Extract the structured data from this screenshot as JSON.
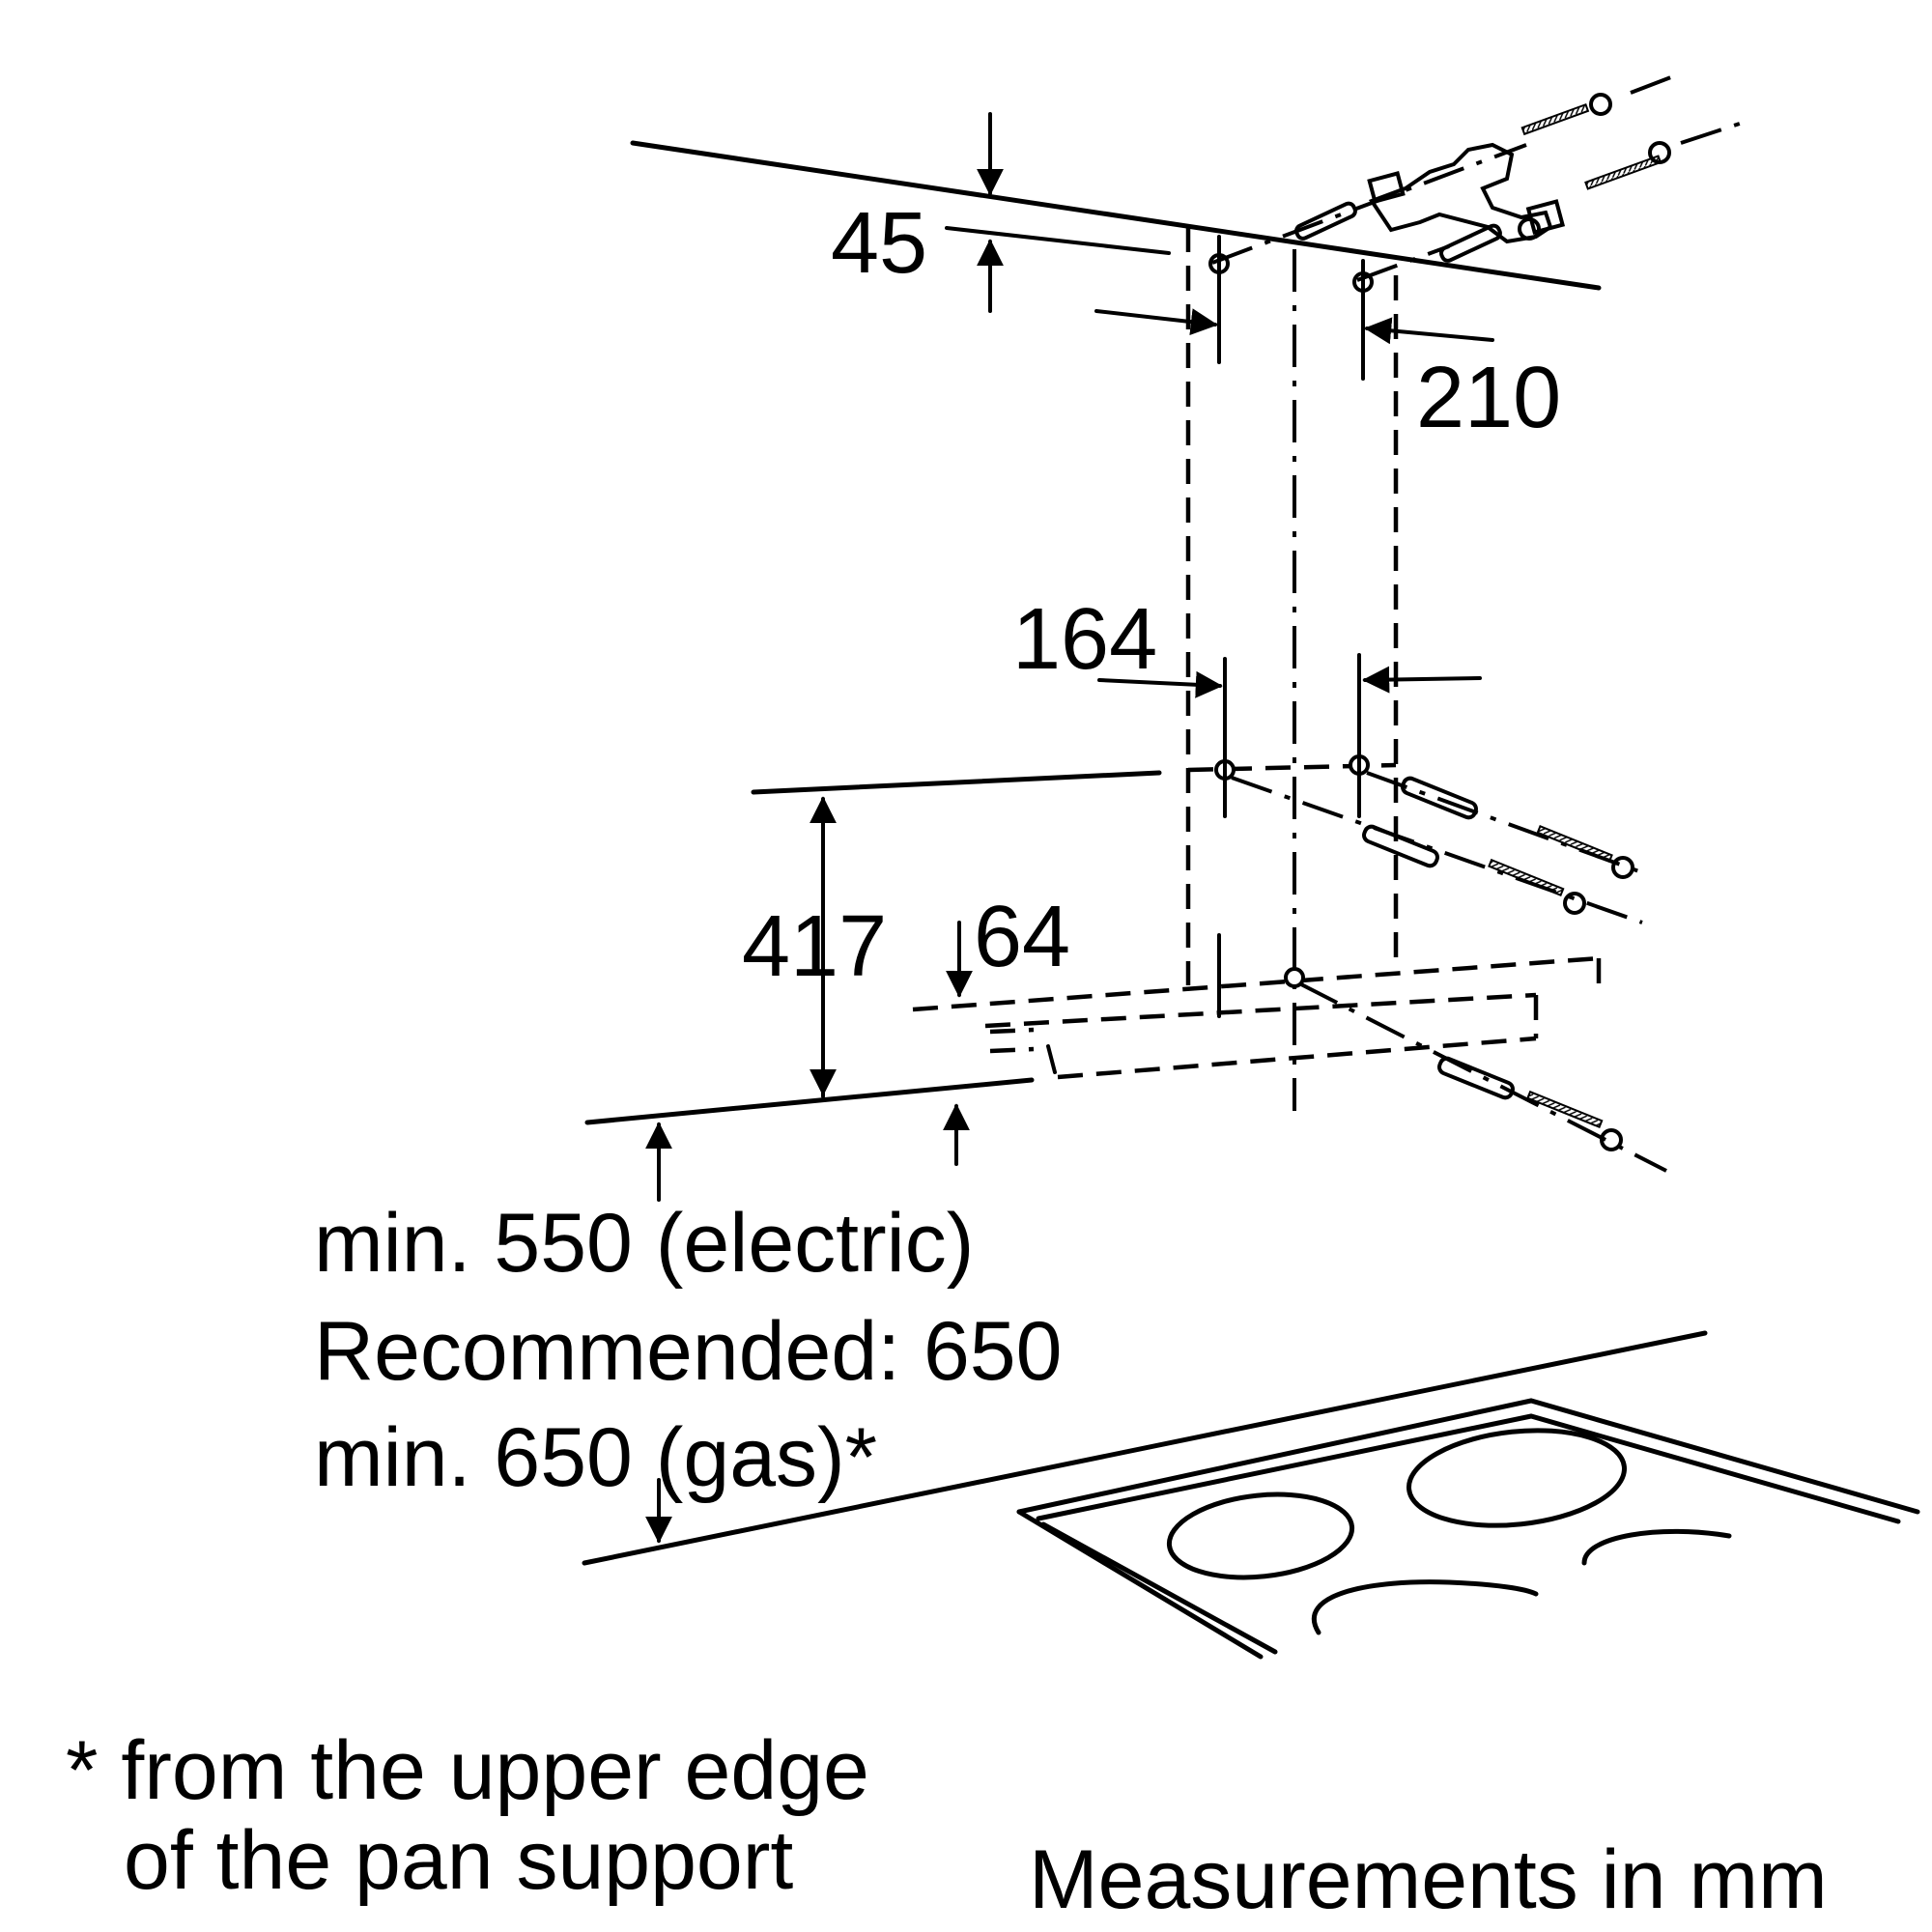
{
  "dimensions": {
    "top_offset": "45",
    "top_hole_spacing": "210",
    "lower_hole_spacing": "164",
    "vertical_hole_distance": "417",
    "lower_offset": "64"
  },
  "clearance": {
    "electric": "min. 550 (electric)",
    "recommended": "Recommended: 650",
    "gas": "min. 650 (gas)*"
  },
  "footnote": {
    "line1": "* from the upper edge",
    "line2": "of the pan support"
  },
  "units_note": "Measurements in mm"
}
